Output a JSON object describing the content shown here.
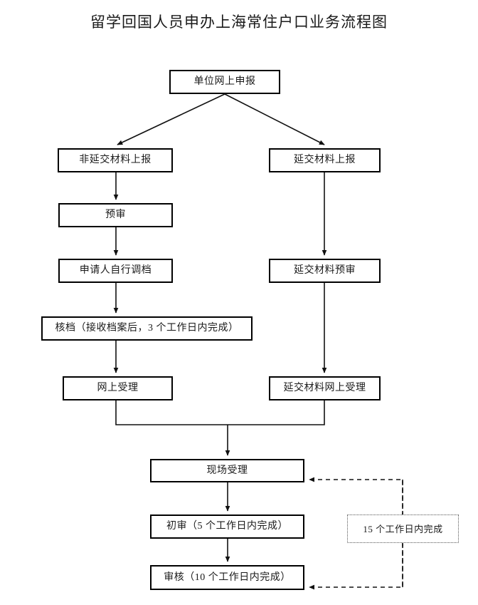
{
  "title": "留学回国人员申办上海常住户口业务流程图",
  "chart_data": {
    "type": "diagram",
    "title": "留学回国人员申办上海常住户口业务流程图",
    "nodes": [
      {
        "id": "top",
        "label": "单位网上申报",
        "column": "center"
      },
      {
        "id": "l1",
        "label": "非延交材料上报",
        "column": "left"
      },
      {
        "id": "l2",
        "label": "预审",
        "column": "left"
      },
      {
        "id": "l3",
        "label": "申请人自行调档",
        "column": "left"
      },
      {
        "id": "l4",
        "label": "核档（接收档案后，3 个工作日内完成）",
        "column": "left"
      },
      {
        "id": "l5",
        "label": "网上受理",
        "column": "left"
      },
      {
        "id": "r1",
        "label": "延交材料上报",
        "column": "right"
      },
      {
        "id": "r2",
        "label": "延交材料预审",
        "column": "right"
      },
      {
        "id": "r3",
        "label": "延交材料网上受理",
        "column": "right"
      },
      {
        "id": "merge",
        "label": "现场受理",
        "column": "center"
      },
      {
        "id": "first",
        "label": "初审（5 个工作日内完成）",
        "column": "center"
      },
      {
        "id": "review",
        "label": "审核（10 个工作日内完成）",
        "column": "center"
      }
    ],
    "annotations": [
      {
        "id": "note15",
        "label": "15 个工作日内完成",
        "style": "dotted-box"
      }
    ],
    "edges": [
      {
        "from": "top",
        "to": "l1",
        "style": "solid",
        "shape": "diagonal"
      },
      {
        "from": "top",
        "to": "r1",
        "style": "solid",
        "shape": "diagonal"
      },
      {
        "from": "l1",
        "to": "l2",
        "style": "solid",
        "shape": "vertical"
      },
      {
        "from": "l2",
        "to": "l3",
        "style": "solid",
        "shape": "vertical"
      },
      {
        "from": "l3",
        "to": "l4",
        "style": "solid",
        "shape": "vertical"
      },
      {
        "from": "l4",
        "to": "l5",
        "style": "solid",
        "shape": "vertical"
      },
      {
        "from": "r1",
        "to": "r2",
        "style": "solid",
        "shape": "vertical"
      },
      {
        "from": "r2",
        "to": "r3",
        "style": "solid",
        "shape": "vertical"
      },
      {
        "from": "l5",
        "to": "merge",
        "style": "solid",
        "shape": "elbow-merge"
      },
      {
        "from": "r3",
        "to": "merge",
        "style": "solid",
        "shape": "elbow-merge"
      },
      {
        "from": "merge",
        "to": "first",
        "style": "solid",
        "shape": "vertical"
      },
      {
        "from": "first",
        "to": "review",
        "style": "solid",
        "shape": "vertical"
      },
      {
        "from": "note15",
        "to": "merge",
        "style": "dashed",
        "shape": "elbow"
      },
      {
        "from": "note15",
        "to": "review",
        "style": "dashed",
        "shape": "elbow"
      }
    ],
    "colors": {
      "box_border": "#000000",
      "box_fill": "#ffffff",
      "line": "#1a1a1a",
      "text": "#1a1a1a",
      "background": "#ffffff"
    }
  }
}
